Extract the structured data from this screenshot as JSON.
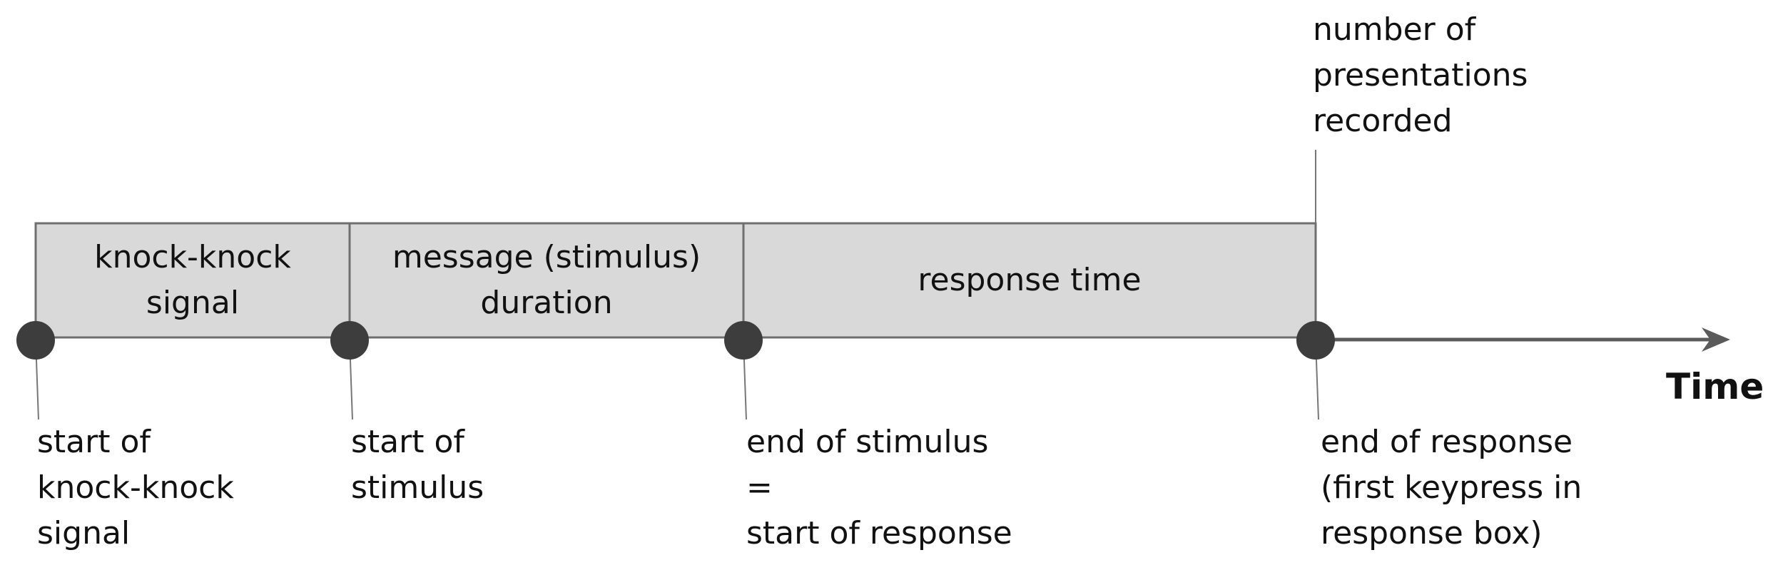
{
  "diagram": {
    "phases": [
      {
        "label": "knock-knock\nsignal"
      },
      {
        "label": "message (stimulus)\nduration"
      },
      {
        "label": "response time"
      }
    ],
    "events": [
      {
        "label": "start of\nknock-knock\nsignal"
      },
      {
        "label": "start of\nstimulus"
      },
      {
        "label": "end of stimulus\n=\nstart of response"
      },
      {
        "label": "end of response\n(first keypress in\nresponse box)"
      }
    ],
    "top_note": "number of\npresentations\nrecorded",
    "axis_label": "Time"
  },
  "colors": {
    "box_fill": "#d9d9d9",
    "box_stroke": "#6f6f6f",
    "marker": "#3d3d3d",
    "axis": "#5a5a5a"
  }
}
